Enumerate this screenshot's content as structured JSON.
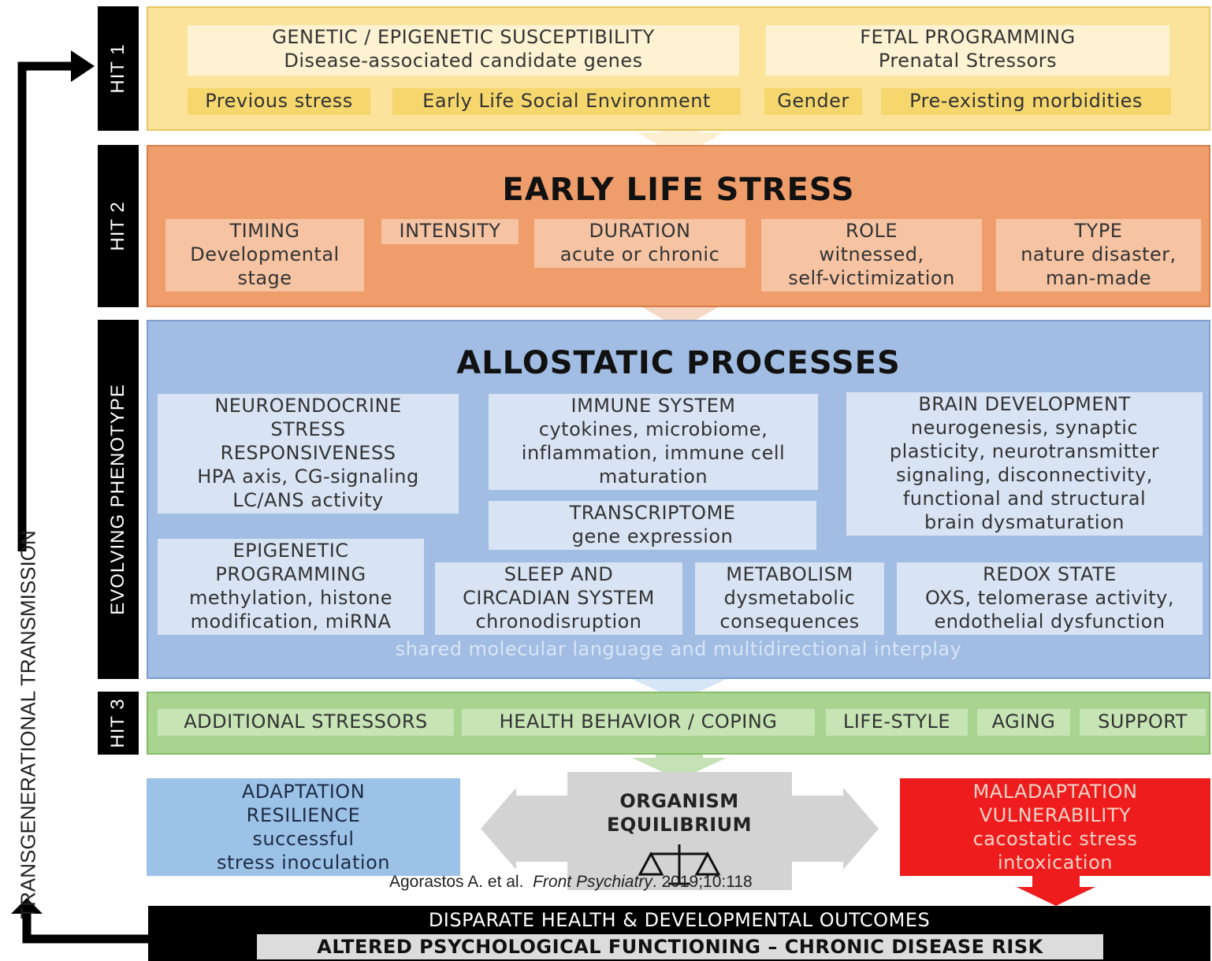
{
  "side_label": "TRANSGENERATIONAL TRANSMISSION",
  "hit_labels": {
    "hit1": "HIT 1",
    "hit2": "HIT 2",
    "phenotype": "EVOLVING  PHENOTYPE",
    "hit3": "HIT 3"
  },
  "hit1": {
    "genetic": {
      "title": "GENETIC / EPIGENETIC SUSCEPTIBILITY",
      "sub": "Disease-associated candidate genes"
    },
    "fetal": {
      "title": "FETAL PROGRAMMING",
      "sub": "Prenatal Stressors"
    },
    "factors": [
      "Previous stress",
      "Early Life Social Environment",
      "Gender",
      "Pre-existing morbidities"
    ]
  },
  "hit2": {
    "title": "EARLY LIFE STRESS",
    "timing": {
      "title": "TIMING",
      "l1": "Developmental",
      "l2": "stage"
    },
    "intensity": {
      "title": "INTENSITY"
    },
    "duration": {
      "title": "DURATION",
      "l1": "acute or chronic"
    },
    "role": {
      "title": "ROLE",
      "l1": "witnessed,",
      "l2": "self-victimization"
    },
    "type": {
      "title": "TYPE",
      "l1": "nature disaster,",
      "l2": "man-made"
    }
  },
  "allostatic": {
    "title": "ALLOSTATIC PROCESSES",
    "neuro": [
      "NEUROENDOCRINE",
      "STRESS",
      "RESPONSIVENESS",
      "HPA axis, CG-signaling",
      "LC/ANS activity"
    ],
    "immune": [
      "IMMUNE SYSTEM",
      "cytokines, microbiome,",
      "inflammation, immune cell",
      "maturation"
    ],
    "brain": [
      "BRAIN DEVELOPMENT",
      "neurogenesis, synaptic",
      "plasticity, neurotransmitter",
      "signaling, disconnectivity,",
      "functional and structural",
      "brain dysmaturation"
    ],
    "transcriptome": [
      "TRANSCRIPTOME",
      "gene expression"
    ],
    "epigenetic": [
      "EPIGENETIC",
      "PROGRAMMING",
      "methylation, histone",
      "modification, miRNA"
    ],
    "sleep": [
      "SLEEP AND",
      "CIRCADIAN SYSTEM",
      "chronodisruption"
    ],
    "metabolism": [
      "METABOLISM",
      "dysmetabolic",
      "consequences"
    ],
    "redox": [
      "REDOX STATE",
      "OXS, telomerase activity,",
      "endothelial dysfunction"
    ],
    "footer": "shared molecular language and multidirectional interplay"
  },
  "hit3": {
    "factors": [
      "ADDITIONAL STRESSORS",
      "HEALTH BEHAVIOR / COPING",
      "LIFE-STYLE",
      "AGING",
      "SUPPORT"
    ]
  },
  "outcomes": {
    "adaptation": [
      "ADAPTATION",
      "RESILIENCE",
      "successful",
      "stress inoculation"
    ],
    "equilibrium": [
      "ORGANISM",
      "EQUILIBRIUM"
    ],
    "maladaptation": [
      "MALADAPTATION",
      "VULNERABILITY",
      "cacostatic stress",
      "intoxication"
    ]
  },
  "citation": {
    "authors": "Agorastos A. et al.",
    "journal": "Front Psychiatry",
    "details": ". 2019;10:118"
  },
  "bottom": {
    "line1": "DISPARATE HEALTH & DEVELOPMENTAL OUTCOMES",
    "line2": "ALTERED PSYCHOLOGICAL FUNCTIONING – CHRONIC DISEASE RISK"
  },
  "colors": {
    "hit1_bg": "#fbe39c",
    "hit2_bg": "#ef9e6b",
    "allo_bg": "#a2bde3",
    "hit3_bg": "#a8d48f",
    "adapt_bg": "#9cc2e8",
    "malad_bg": "#ee1c1c"
  }
}
